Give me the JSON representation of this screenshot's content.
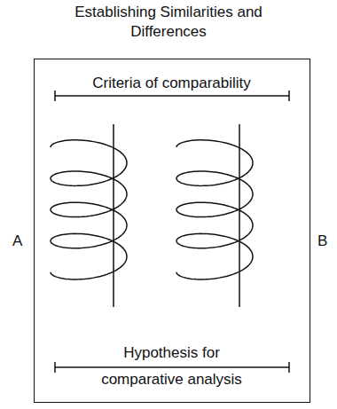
{
  "diagram": {
    "title": "Establishing Similarities and Differences",
    "nodes": [
      {
        "text": [
          "Criteria of comparability",
          "Hypothesis for comparative analysis"
        ]
      }
    ],
    "labels": [
      "A",
      "B"
    ]
  }
}
